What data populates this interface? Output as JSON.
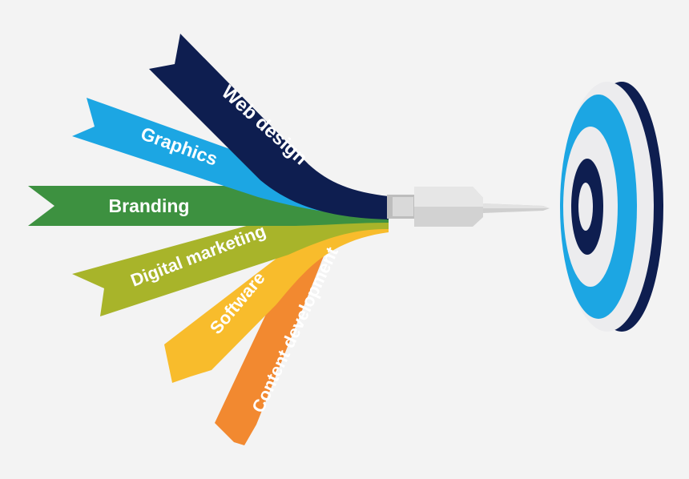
{
  "colors": {
    "background": "#f3f3f3",
    "navy": "#0e1e50",
    "sky_blue": "#1ca6e3",
    "green": "#3d9140",
    "olive": "#a8b42a",
    "yellow": "#f8bc2c",
    "orange": "#f28930",
    "dart_grey": "#d2d2d2",
    "target_white": "#ececee"
  },
  "ribbons": [
    {
      "id": "web-design",
      "label": "Web design",
      "color": "#0e1e50"
    },
    {
      "id": "graphics",
      "label": "Graphics",
      "color": "#1ca6e3"
    },
    {
      "id": "branding",
      "label": "Branding",
      "color": "#3d9140"
    },
    {
      "id": "digital-marketing",
      "label": "Digital marketing",
      "color": "#a8b42a"
    },
    {
      "id": "software",
      "label": "Software",
      "color": "#f8bc2c"
    },
    {
      "id": "content-development",
      "label": "Content development",
      "color": "#f28930"
    }
  ],
  "icons": {
    "dart": "dart-icon",
    "target": "target-icon"
  }
}
